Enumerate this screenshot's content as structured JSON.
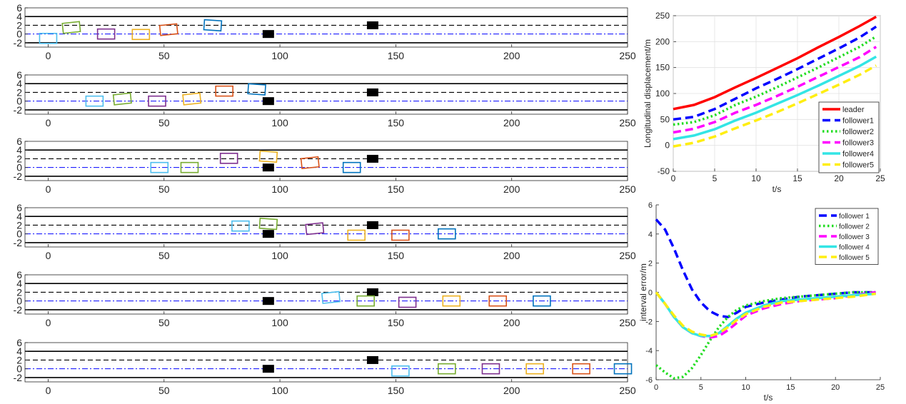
{
  "chart_data": [
    {
      "type": "scatter",
      "subplots": [
        {
          "leader": 95,
          "obstacle": 140,
          "cars": [
            {
              "x": 0,
              "y": -1,
              "color": "#4DBEEE"
            },
            {
              "x": 10,
              "y": 1.5,
              "color": "#77AC30"
            },
            {
              "x": 25,
              "y": 0,
              "color": "#7E2F8E"
            },
            {
              "x": 40,
              "y": -0.1,
              "color": "#EDB120"
            },
            {
              "x": 52,
              "y": 1,
              "color": "#D95319"
            },
            {
              "x": 71,
              "y": 2,
              "color": "#0072BD"
            }
          ]
        },
        {
          "leader": 95,
          "obstacle": 140,
          "cars": [
            {
              "x": 20,
              "y": 0,
              "color": "#4DBEEE"
            },
            {
              "x": 32,
              "y": 0.5,
              "color": "#77AC30"
            },
            {
              "x": 47,
              "y": 0,
              "color": "#7E2F8E"
            },
            {
              "x": 62,
              "y": 0.5,
              "color": "#EDB120"
            },
            {
              "x": 76,
              "y": 2.3,
              "color": "#D95319"
            },
            {
              "x": 90,
              "y": 2.7,
              "color": "#0072BD"
            }
          ]
        },
        {
          "leader": 95,
          "obstacle": 140,
          "cars": [
            {
              "x": 48,
              "y": 0,
              "color": "#4DBEEE"
            },
            {
              "x": 61,
              "y": 0,
              "color": "#77AC30"
            },
            {
              "x": 78,
              "y": 2.1,
              "color": "#7E2F8E"
            },
            {
              "x": 95,
              "y": 2.5,
              "color": "#EDB120"
            },
            {
              "x": 113,
              "y": 1.1,
              "color": "#D95319"
            },
            {
              "x": 131,
              "y": 0,
              "color": "#0072BD"
            }
          ]
        },
        {
          "leader": 95,
          "obstacle": 140,
          "cars": [
            {
              "x": 83,
              "y": 1.8,
              "color": "#4DBEEE"
            },
            {
              "x": 95,
              "y": 2.3,
              "color": "#77AC30"
            },
            {
              "x": 115,
              "y": 1.2,
              "color": "#7E2F8E"
            },
            {
              "x": 133,
              "y": -0.3,
              "color": "#EDB120"
            },
            {
              "x": 152,
              "y": -0.3,
              "color": "#D95319"
            },
            {
              "x": 172,
              "y": 0,
              "color": "#0072BD"
            }
          ]
        },
        {
          "leader": 95,
          "obstacle": 140,
          "cars": [
            {
              "x": 122,
              "y": 0.8,
              "color": "#4DBEEE"
            },
            {
              "x": 137,
              "y": 0,
              "color": "#77AC30"
            },
            {
              "x": 155,
              "y": -0.3,
              "color": "#7E2F8E"
            },
            {
              "x": 174,
              "y": 0,
              "color": "#EDB120"
            },
            {
              "x": 194,
              "y": 0,
              "color": "#D95319"
            },
            {
              "x": 213,
              "y": 0,
              "color": "#0072BD"
            }
          ]
        },
        {
          "leader": 95,
          "obstacle": 140,
          "cars": [
            {
              "x": 152,
              "y": -0.5,
              "color": "#4DBEEE"
            },
            {
              "x": 172,
              "y": 0,
              "color": "#77AC30"
            },
            {
              "x": 191,
              "y": 0,
              "color": "#7E2F8E"
            },
            {
              "x": 210,
              "y": 0,
              "color": "#EDB120"
            },
            {
              "x": 230,
              "y": 0,
              "color": "#D95319"
            },
            {
              "x": 248,
              "y": 0,
              "color": "#0072BD"
            }
          ]
        }
      ],
      "xlim": [
        -10,
        250
      ],
      "ylim": [
        -3,
        6
      ],
      "xticks": [
        "0",
        "50",
        "100",
        "150",
        "200",
        "250"
      ],
      "yticks": [
        "6",
        "4",
        "2",
        "0",
        "-2"
      ],
      "lane_marks": {
        "dashed": 2,
        "center": 0
      },
      "grid": false
    },
    {
      "type": "line",
      "xlabel": "t/s",
      "ylabel": "Longitudinal displacement/m",
      "xlim": [
        0,
        25
      ],
      "ylim": [
        -50,
        250
      ],
      "xticks": [
        "0",
        "5",
        "10",
        "15",
        "20",
        "25"
      ],
      "yticks": [
        "250",
        "200",
        "150",
        "100",
        "50",
        "0",
        "-50"
      ],
      "legend_position": "bottom-right",
      "grid": true,
      "series": [
        {
          "name": "leader",
          "color": "#FF0000",
          "dash": "solid",
          "points": [
            [
              0,
              70
            ],
            [
              2.5,
              78
            ],
            [
              5,
              93
            ],
            [
              7.5,
              112
            ],
            [
              10,
              130
            ],
            [
              12.5,
              149
            ],
            [
              15,
              168
            ],
            [
              17.5,
              189
            ],
            [
              20,
              209
            ],
            [
              22.5,
              230
            ],
            [
              24.5,
              248
            ]
          ]
        },
        {
          "name": "follower1",
          "color": "#0000FF",
          "dash": "dashed",
          "points": [
            [
              0,
              50
            ],
            [
              2.5,
              55
            ],
            [
              5,
              70
            ],
            [
              7.5,
              90
            ],
            [
              10,
              110
            ],
            [
              12.5,
              128
            ],
            [
              15,
              147
            ],
            [
              17.5,
              167
            ],
            [
              20,
              187
            ],
            [
              22.5,
              208
            ],
            [
              24.5,
              229
            ]
          ]
        },
        {
          "name": "follower2",
          "color": "#22DD22",
          "dash": "dotted",
          "points": [
            [
              0,
              40
            ],
            [
              2.5,
              45
            ],
            [
              5,
              58
            ],
            [
              7.5,
              78
            ],
            [
              10,
              94
            ],
            [
              12.5,
              112
            ],
            [
              15,
              131
            ],
            [
              17.5,
              150
            ],
            [
              20,
              170
            ],
            [
              22.5,
              190
            ],
            [
              24.5,
              210
            ]
          ]
        },
        {
          "name": "follower3",
          "color": "#FF00FF",
          "dash": "dashed",
          "points": [
            [
              0,
              25
            ],
            [
              2.5,
              32
            ],
            [
              5,
              45
            ],
            [
              7.5,
              63
            ],
            [
              10,
              78
            ],
            [
              12.5,
              95
            ],
            [
              15,
              113
            ],
            [
              17.5,
              132
            ],
            [
              20,
              151
            ],
            [
              22.5,
              170
            ],
            [
              24.5,
              190
            ]
          ]
        },
        {
          "name": "follower4",
          "color": "#33E5E5",
          "dash": "solid",
          "points": [
            [
              0,
              12
            ],
            [
              2.5,
              19
            ],
            [
              5,
              31
            ],
            [
              7.5,
              48
            ],
            [
              10,
              63
            ],
            [
              12.5,
              80
            ],
            [
              15,
              97
            ],
            [
              17.5,
              115
            ],
            [
              20,
              134
            ],
            [
              22.5,
              153
            ],
            [
              24.5,
              171
            ]
          ]
        },
        {
          "name": "follower5",
          "color": "#FFEE11",
          "dash": "dashed",
          "points": [
            [
              0,
              -2
            ],
            [
              2.5,
              5
            ],
            [
              5,
              17
            ],
            [
              7.5,
              33
            ],
            [
              10,
              48
            ],
            [
              12.5,
              64
            ],
            [
              15,
              81
            ],
            [
              17.5,
              99
            ],
            [
              20,
              117
            ],
            [
              22.5,
              136
            ],
            [
              24.5,
              154
            ]
          ]
        }
      ]
    },
    {
      "type": "line",
      "xlabel": "t/s",
      "ylabel": "interval error/m",
      "xlim": [
        0,
        25
      ],
      "ylim": [
        -6,
        6
      ],
      "xticks": [
        "0",
        "5",
        "10",
        "15",
        "20",
        "25"
      ],
      "yticks": [
        "6",
        "4",
        "2",
        "0",
        "-2",
        "-4",
        "-6"
      ],
      "legend_position": "top-right",
      "grid": false,
      "series": [
        {
          "name": "follower 1",
          "color": "#0000FF",
          "dash": "dashed",
          "points": [
            [
              0,
              5
            ],
            [
              1,
              4.3
            ],
            [
              2,
              3
            ],
            [
              3,
              1.5
            ],
            [
              4,
              0.2
            ],
            [
              5,
              -0.7
            ],
            [
              6,
              -1.3
            ],
            [
              7,
              -1.6
            ],
            [
              8,
              -1.7
            ],
            [
              9,
              -1.4
            ],
            [
              10,
              -1
            ],
            [
              12,
              -0.7
            ],
            [
              14,
              -0.5
            ],
            [
              16,
              -0.3
            ],
            [
              18,
              -0.2
            ],
            [
              20,
              -0.1
            ],
            [
              22,
              0
            ],
            [
              24.5,
              0
            ]
          ]
        },
        {
          "name": "follower 2",
          "color": "#22DD22",
          "dash": "dotted",
          "points": [
            [
              0,
              -5
            ],
            [
              1,
              -5.5
            ],
            [
              2,
              -5.9
            ],
            [
              3,
              -5.8
            ],
            [
              4,
              -5.2
            ],
            [
              5,
              -4.3
            ],
            [
              6,
              -3.3
            ],
            [
              7,
              -2.4
            ],
            [
              8,
              -1.7
            ],
            [
              9,
              -1.2
            ],
            [
              10,
              -0.9
            ],
            [
              12,
              -0.6
            ],
            [
              14,
              -0.4
            ],
            [
              16,
              -0.3
            ],
            [
              18,
              -0.2
            ],
            [
              20,
              -0.1
            ],
            [
              22,
              0
            ],
            [
              24.5,
              0
            ]
          ]
        },
        {
          "name": "follower 3",
          "color": "#FF00FF",
          "dash": "dashed",
          "points": [
            [
              0,
              0
            ],
            [
              1,
              -0.8
            ],
            [
              2,
              -1.7
            ],
            [
              3,
              -2.4
            ],
            [
              4,
              -2.8
            ],
            [
              5,
              -3
            ],
            [
              6,
              -3.1
            ],
            [
              7,
              -3
            ],
            [
              8,
              -2.6
            ],
            [
              9,
              -2.1
            ],
            [
              10,
              -1.6
            ],
            [
              12,
              -1.1
            ],
            [
              14,
              -0.8
            ],
            [
              16,
              -0.6
            ],
            [
              18,
              -0.5
            ],
            [
              20,
              -0.4
            ],
            [
              22,
              -0.2
            ],
            [
              24.5,
              0
            ]
          ]
        },
        {
          "name": "follower 4",
          "color": "#33E5E5",
          "dash": "solid",
          "points": [
            [
              0,
              0
            ],
            [
              1,
              -0.8
            ],
            [
              2,
              -1.7
            ],
            [
              3,
              -2.4
            ],
            [
              4,
              -2.8
            ],
            [
              5,
              -3
            ],
            [
              6,
              -3
            ],
            [
              7,
              -2.8
            ],
            [
              8,
              -2.3
            ],
            [
              9,
              -1.8
            ],
            [
              10,
              -1.4
            ],
            [
              12,
              -0.9
            ],
            [
              14,
              -0.6
            ],
            [
              16,
              -0.5
            ],
            [
              18,
              -0.4
            ],
            [
              20,
              -0.3
            ],
            [
              22,
              -0.2
            ],
            [
              24.5,
              -0.1
            ]
          ]
        },
        {
          "name": "follower 5",
          "color": "#FFEE11",
          "dash": "dashed",
          "points": [
            [
              0,
              0
            ],
            [
              1,
              -0.8
            ],
            [
              2,
              -1.6
            ],
            [
              3,
              -2.3
            ],
            [
              4,
              -2.7
            ],
            [
              5,
              -2.9
            ],
            [
              6,
              -3
            ],
            [
              7,
              -2.8
            ],
            [
              8,
              -2.4
            ],
            [
              9,
              -1.9
            ],
            [
              10,
              -1.5
            ],
            [
              12,
              -1
            ],
            [
              14,
              -0.7
            ],
            [
              16,
              -0.6
            ],
            [
              18,
              -0.5
            ],
            [
              20,
              -0.4
            ],
            [
              22,
              -0.3
            ],
            [
              24.5,
              -0.1
            ]
          ]
        }
      ]
    }
  ]
}
